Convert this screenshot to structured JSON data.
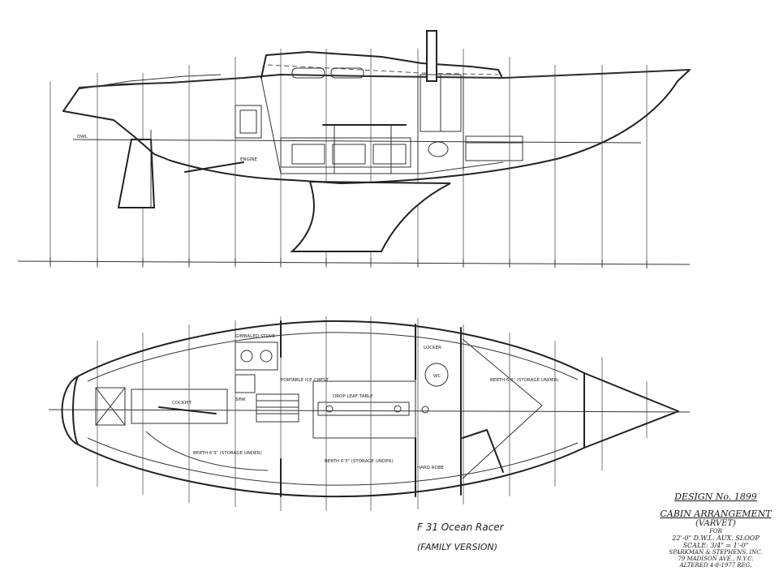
{
  "drawing": {
    "project_title": "F 31 Ocean Racer",
    "project_subtitle": "(FAMILY VERSION)",
    "labels": {
      "dwl_left": "DWL",
      "engine": "ENGINE",
      "gimballed_stove": "GIMBALED STOVE",
      "portable_ice_chest": "PORTABLE ICE CHEST",
      "sink": "SINK",
      "cockpit": "COCKPIT",
      "drop_leaf_table": "DROP LEAF TABLE",
      "locker": "LOCKER",
      "wc": "WC",
      "berth_port": "BERTH 6'3\" (STORAGE UNDER)",
      "berth_center": "BERTH 6'3\" (STORAGE UNDER)",
      "berth_fwd": "BERTH 6'3\" (STORAGE UNDER)",
      "hanging_locker": "HARD ROBE"
    },
    "title_block": {
      "design_no": "DESIGN No. 1899",
      "sheet_title": "CABIN ARRANGEMENT",
      "variant": "(VARVET)",
      "for": "FOR",
      "boat": "22'-0\" D.W.L. AUX. SLOOP",
      "scale": "SCALE: 3/4\" = 1'-0\"",
      "firm": "SPARKMAN & STEPHENS, INC.",
      "address": "79 MADISON AVE., N.Y.C.",
      "footer": "ALTERED 4-8-1977 REG."
    }
  }
}
